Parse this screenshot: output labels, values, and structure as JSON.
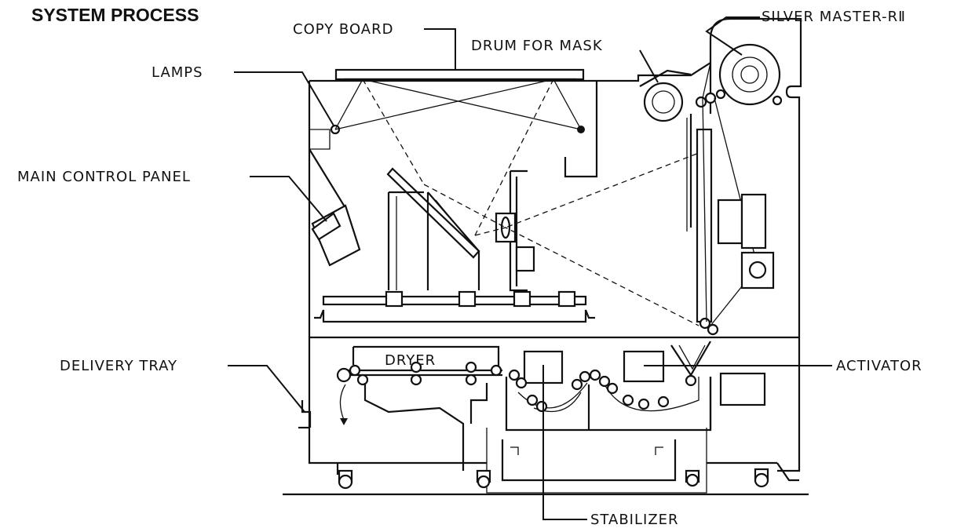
{
  "title": "SYSTEM PROCESS",
  "labels": {
    "copy_board": "COPY BOARD",
    "drum_for_mask": "DRUM FOR MASK",
    "silver_master": "SILVER MASTER-RⅡ",
    "lamps": "LAMPS",
    "main_control_panel": "MAIN CONTROL PANEL",
    "delivery_tray": "DELIVERY TRAY",
    "dryer": "DRYER",
    "activator": "ACTIVATOR",
    "stabilizer": "STABILIZER"
  }
}
